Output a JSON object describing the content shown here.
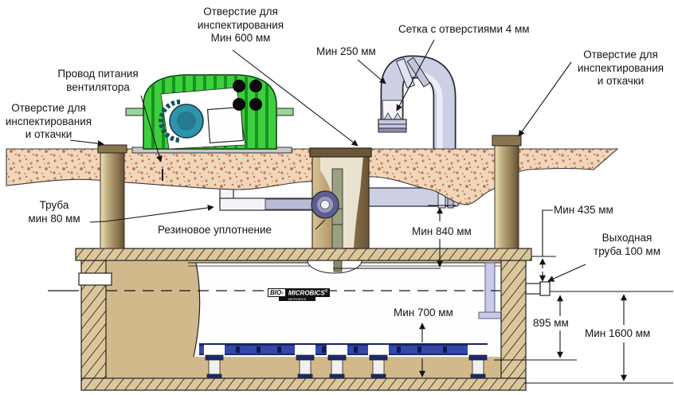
{
  "labels": {
    "top_inspection": [
      "Отверстие для",
      "инспектирования",
      "Мин 600 мм"
    ],
    "mesh": "Сетка с отверстиями 4 мм",
    "min250": "Мин 250 мм",
    "right_inspection": [
      "Отверстие для",
      "инспектирования",
      "и откачки"
    ],
    "fan_power": [
      "Провод питания",
      "вентилятора"
    ],
    "left_inspection": [
      "Отверстие для",
      "инспектирования",
      "и откачки"
    ],
    "pipe80": [
      "Труба",
      "мин 80 мм"
    ],
    "rubber_seal": "Резиновое уплотнение",
    "min840": "Мин 840 мм",
    "min435": "Мин 435 мм",
    "outlet_pipe": [
      "Выходная",
      "труба 100 мм"
    ],
    "min700": "Мин 700 мм",
    "d895": "895 мм",
    "min1600": "Мин 1600 мм"
  },
  "logo": {
    "part1": "BIO-",
    "part2": "MICROBICS",
    "reg": "®",
    "sub": "MICROBICS"
  },
  "colors": {
    "ground_base": "#f2d6ba",
    "ground_speck": "#c08060",
    "hatch_fill": "#dcc69c",
    "interior_tan": "#d2b98c",
    "insert_white": "#fefefe",
    "media_blue": "#3347a8",
    "media_dark": "#17246b",
    "pipe_gray": "#cdd0e4",
    "blower_green": "#3ecf3e",
    "motor_teal": "#2f93ab",
    "riser_brown": "#b9a678",
    "seal_purple": "#5e5e8c",
    "baffle_lavender": "#c9c9e8",
    "line": "#141414"
  }
}
